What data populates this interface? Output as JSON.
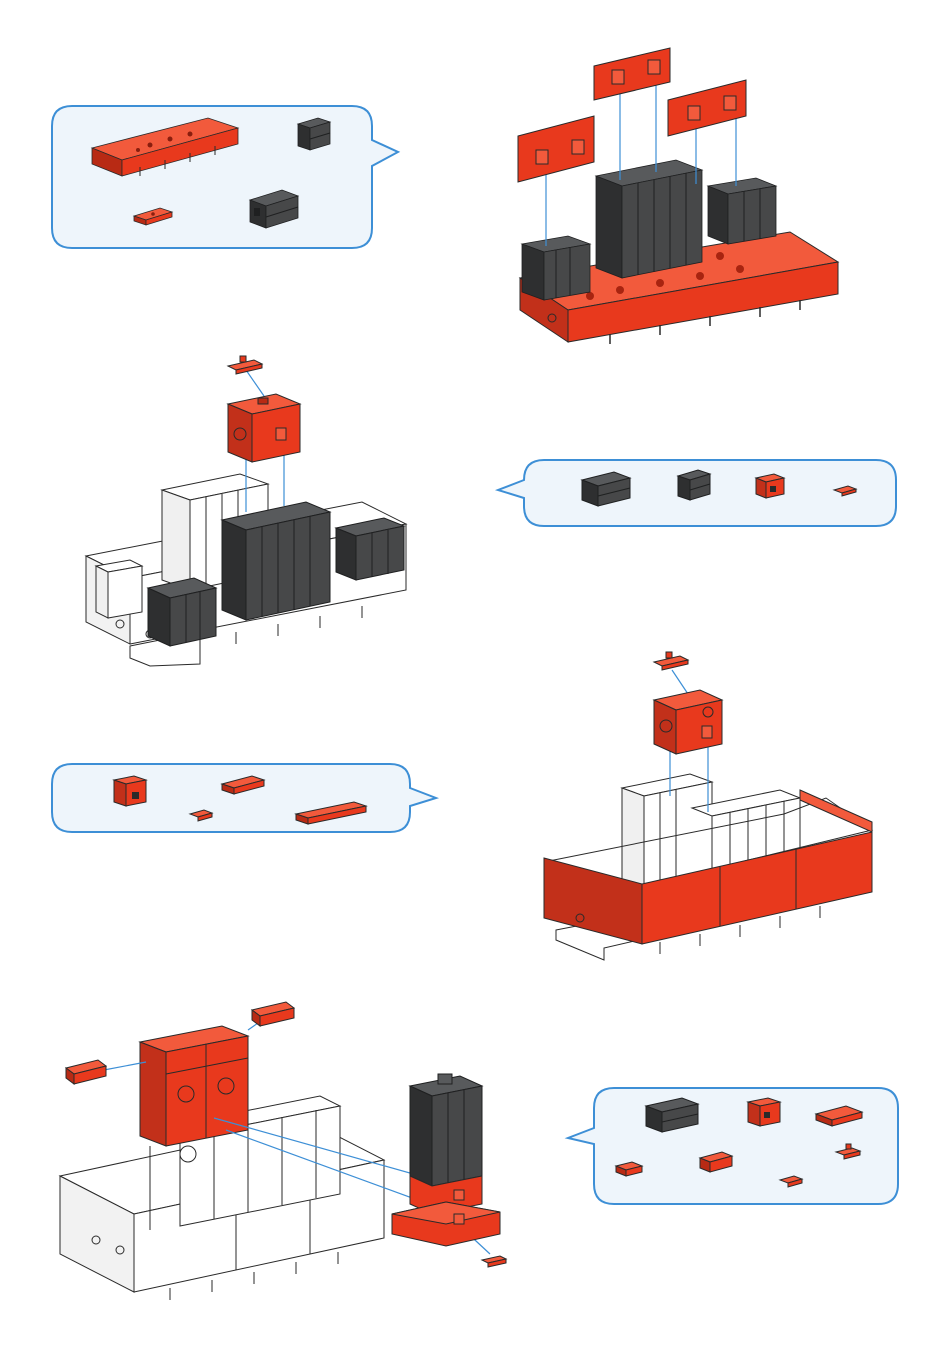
{
  "colors": {
    "red": "#e8391d",
    "red_dark": "#b82a14",
    "red_light": "#f25a3c",
    "black": "#3a3b3c",
    "black_dark": "#1f2021",
    "black_light": "#585a5c",
    "white": "#ffffff",
    "outline": "#2a2a2a",
    "guide": "#3d8fd6",
    "bubble_fill": "#eef5fb",
    "bubble_stroke": "#3d8fd6"
  },
  "steps": [
    {
      "name": "step-1",
      "parts_callout": [
        "red-base-plate-large",
        "black-building-block-small",
        "red-flat-plate-small",
        "black-building-block-large"
      ]
    },
    {
      "name": "step-2",
      "parts_callout": []
    },
    {
      "name": "step-3",
      "parts_callout": [
        "black-building-block-large",
        "black-building-block-small",
        "red-building-block-cube",
        "red-peg-small"
      ]
    },
    {
      "name": "step-4",
      "parts_callout": [
        "red-building-block-cube",
        "red-flat-plate-small",
        "red-peg-small",
        "red-flat-plate-long"
      ]
    },
    {
      "name": "step-5",
      "parts_callout": []
    },
    {
      "name": "step-6",
      "parts_callout": [
        "black-building-block-large",
        "red-building-block-cube",
        "red-angle-plate",
        "red-square-plate",
        "red-connector-clip",
        "red-peg-small",
        "red-peg-angled"
      ]
    }
  ]
}
